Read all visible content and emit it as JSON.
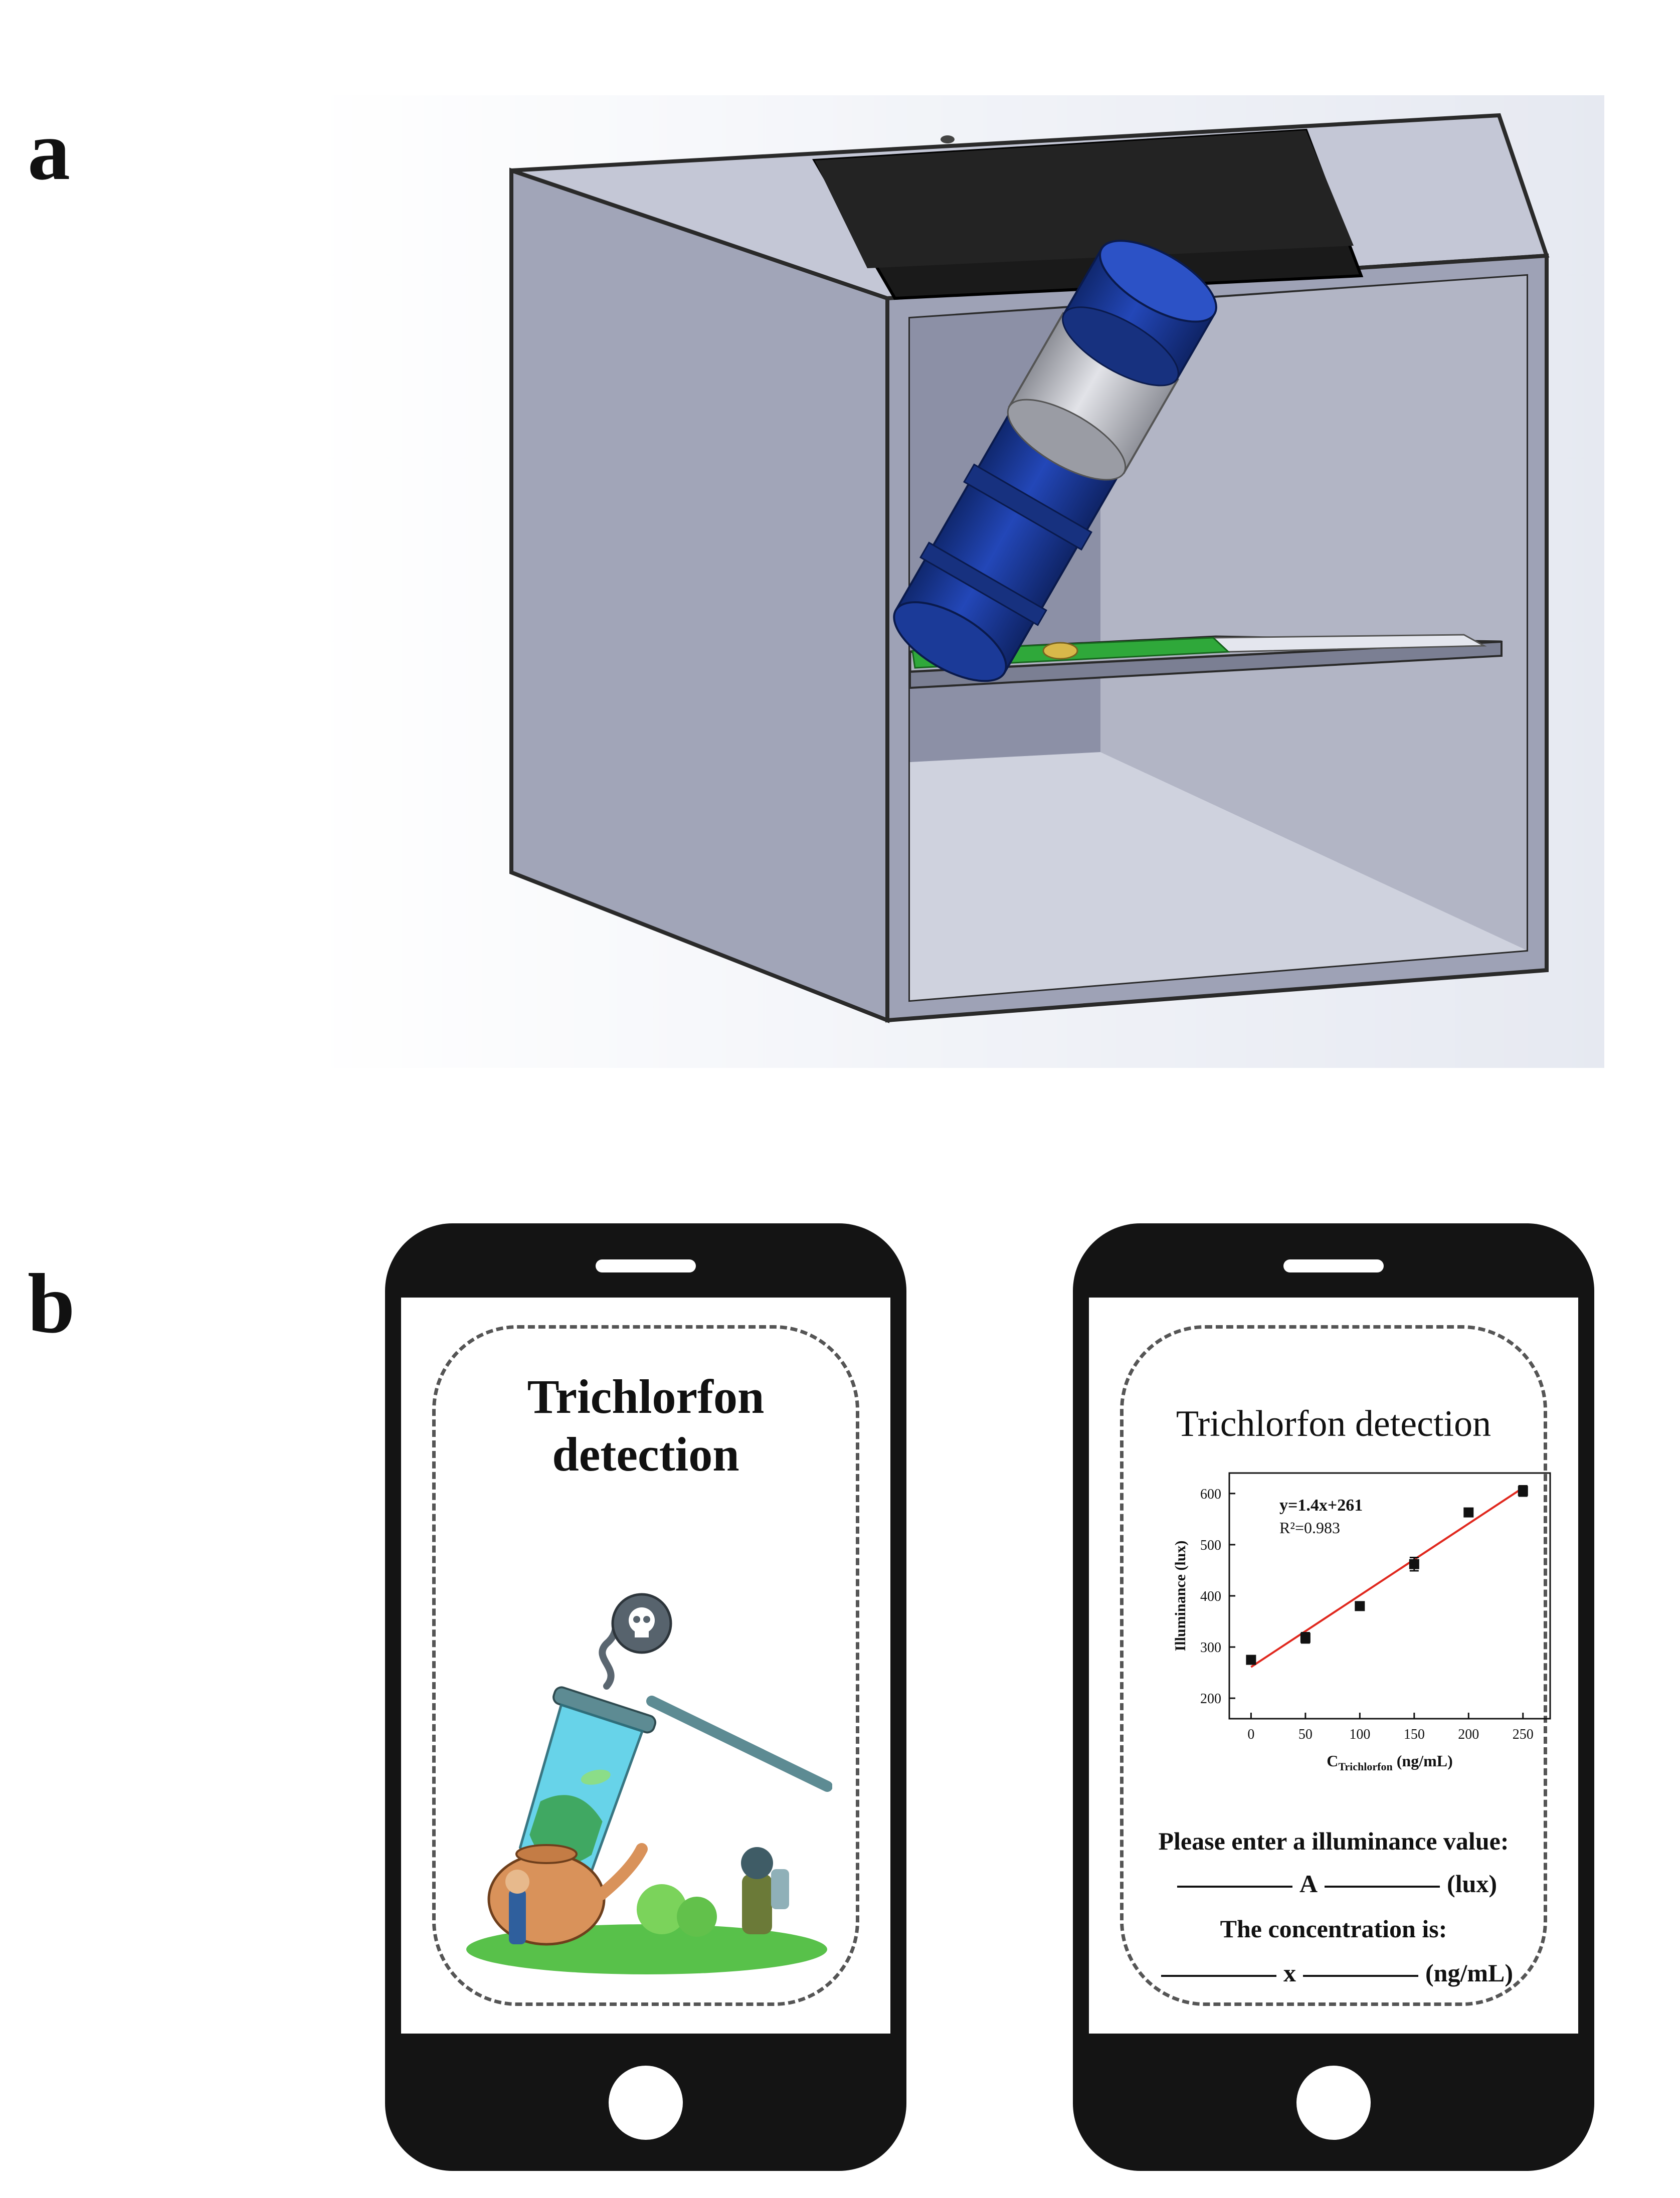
{
  "panels": {
    "a": "a",
    "b": "b"
  },
  "splash": {
    "title_line1": "Trichlorfon",
    "title_line2": "detection"
  },
  "app": {
    "title": "Trichlorfon detection",
    "prompt": "Please enter a illuminance value:",
    "input_symbol": "A",
    "input_unit": "(lux)",
    "result_label": "The concentration is:",
    "output_symbol": "x",
    "output_unit": "(ng/mL)"
  },
  "chart_data": {
    "type": "scatter",
    "x": [
      0,
      50,
      100,
      150,
      200,
      250
    ],
    "y": [
      275,
      318,
      380,
      462,
      563,
      605
    ],
    "yerr": [
      6,
      10,
      7,
      13,
      6,
      10
    ],
    "fit": {
      "slope": 1.4,
      "intercept": 261,
      "equation": "y=1.4x+261",
      "r2": "R²=0.983"
    },
    "xlabel_main": "C",
    "xlabel_sub": "Trichlorfon",
    "xlabel_unit": "(ng/mL)",
    "ylabel": "Illuminance (lux)",
    "xticks": [
      0,
      50,
      100,
      150,
      200,
      250
    ],
    "yticks": [
      200,
      300,
      400,
      500,
      600
    ],
    "xlim": [
      -20,
      275
    ],
    "ylim": [
      160,
      640
    ],
    "grid": false,
    "colors": {
      "points": "#111111",
      "fit": "#e0281e"
    }
  },
  "colors": {
    "box_gray": "#a4a8bb",
    "lamp_blue": "#1c3c9e",
    "phone_body": "#141414",
    "strip_green": "#2fa83a"
  }
}
